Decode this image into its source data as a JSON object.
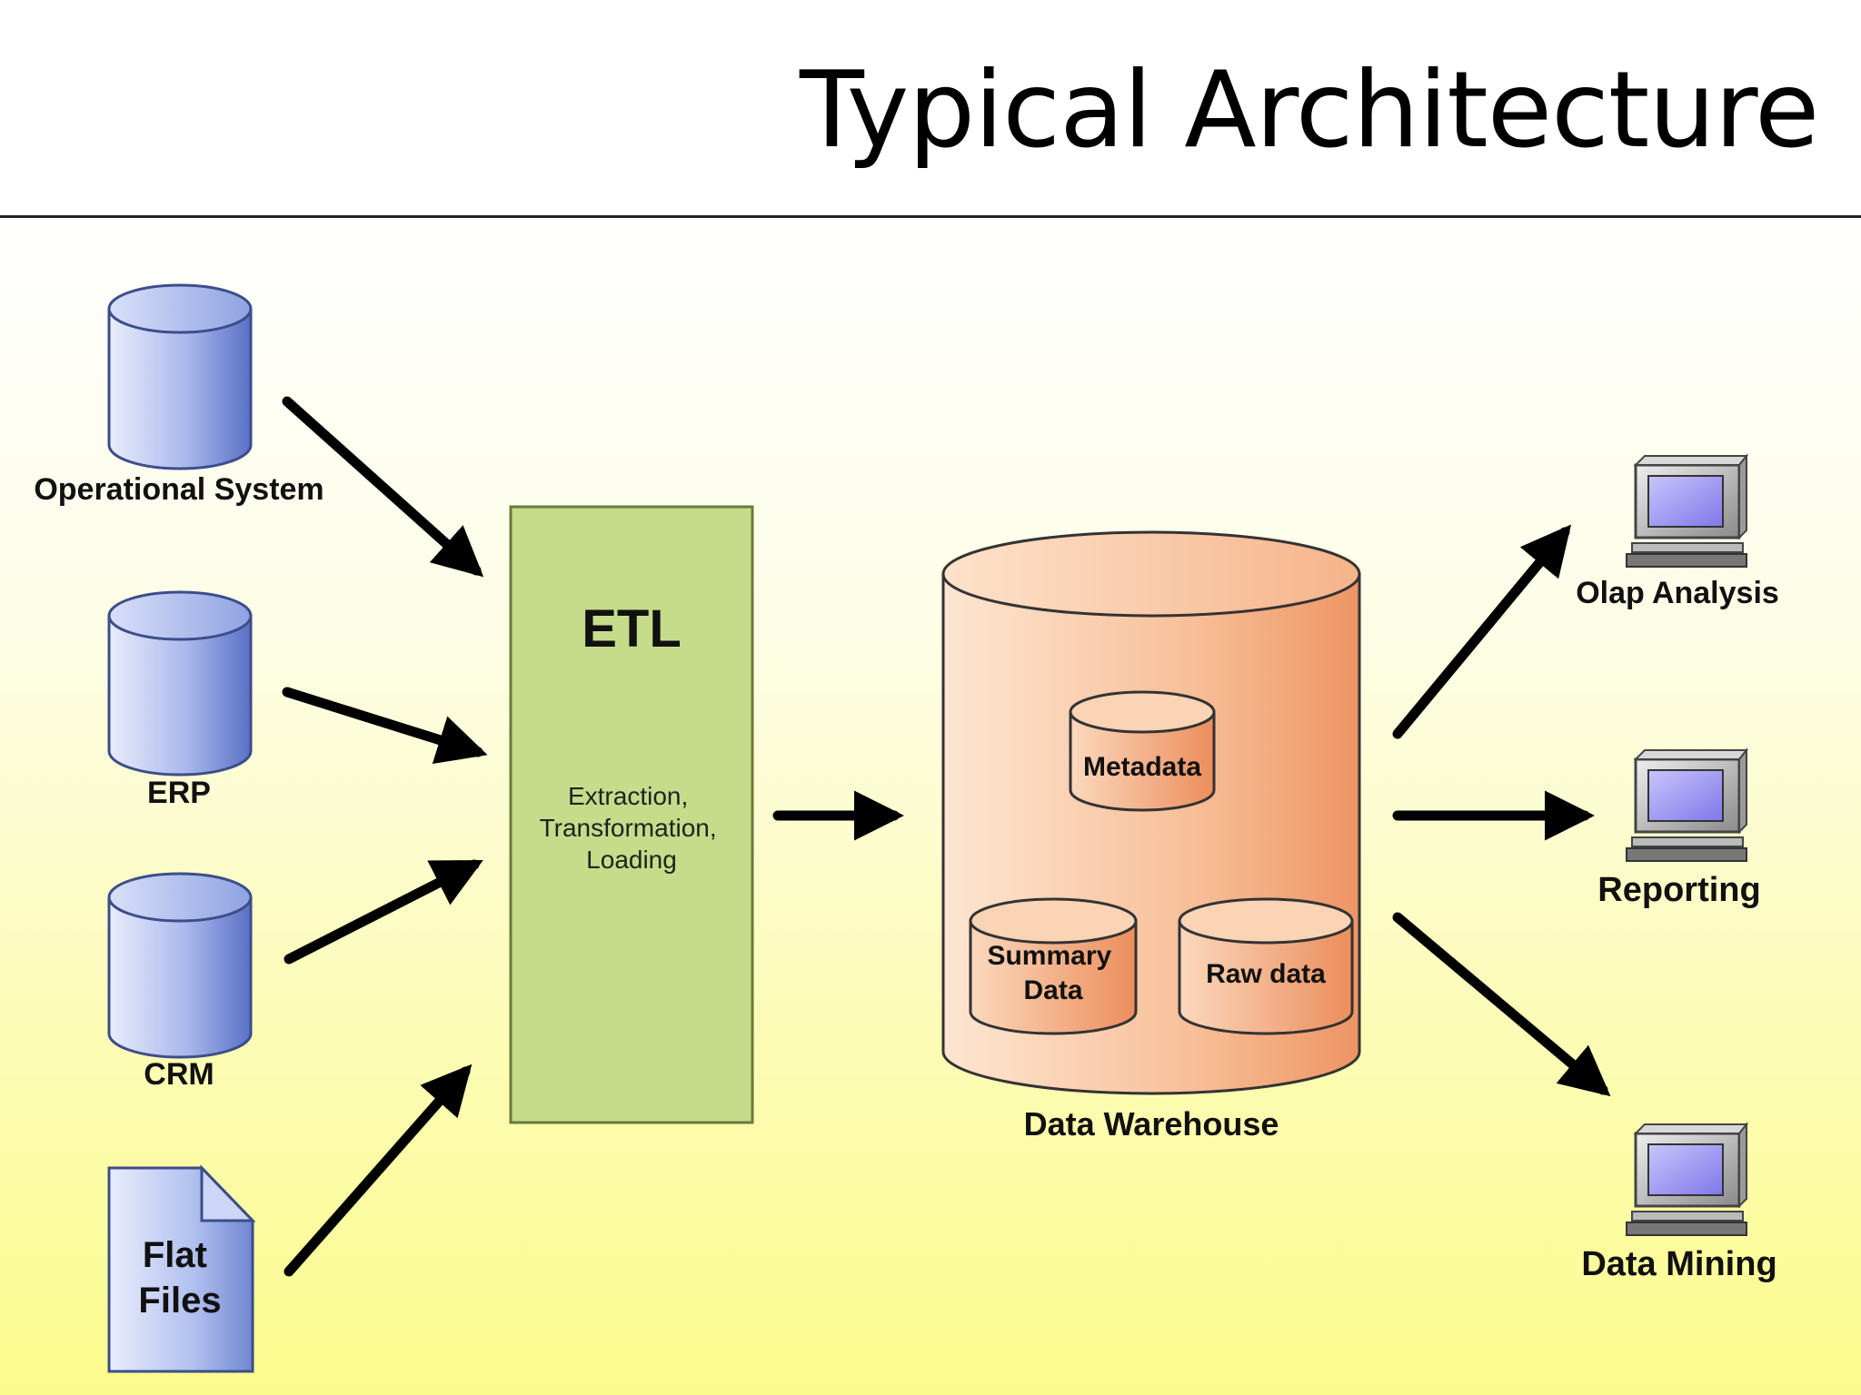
{
  "slide": {
    "title": "Typical Architecture"
  },
  "sources": [
    {
      "label": "Operational System"
    },
    {
      "label": "ERP"
    },
    {
      "label": "CRM"
    },
    {
      "label_lines": [
        "Flat",
        "Files"
      ]
    }
  ],
  "etl": {
    "title": "ETL",
    "description_lines": [
      "Extraction,",
      "Transformation,",
      "Loading"
    ]
  },
  "warehouse": {
    "label": "Data Warehouse",
    "stores": [
      {
        "label_lines": [
          "Metadata"
        ]
      },
      {
        "label_lines": [
          "Summary",
          "Data"
        ]
      },
      {
        "label_lines": [
          "Raw data"
        ]
      }
    ]
  },
  "outputs": [
    {
      "label": "Olap Analysis"
    },
    {
      "label": "Reporting"
    },
    {
      "label": "Data Mining"
    }
  ],
  "colors": {
    "source_blue_light": "#e8ecfb",
    "source_blue_dark": "#5d73c8",
    "etl_green": "#c6dc8a",
    "etl_border": "#6a7a3c",
    "warehouse_peach_light": "#fde1c8",
    "warehouse_peach_dark": "#ef9a6c",
    "monitor_screen": "#9b94f2",
    "background_top": "#ffffff",
    "background_bottom": "#fbfb8c"
  }
}
